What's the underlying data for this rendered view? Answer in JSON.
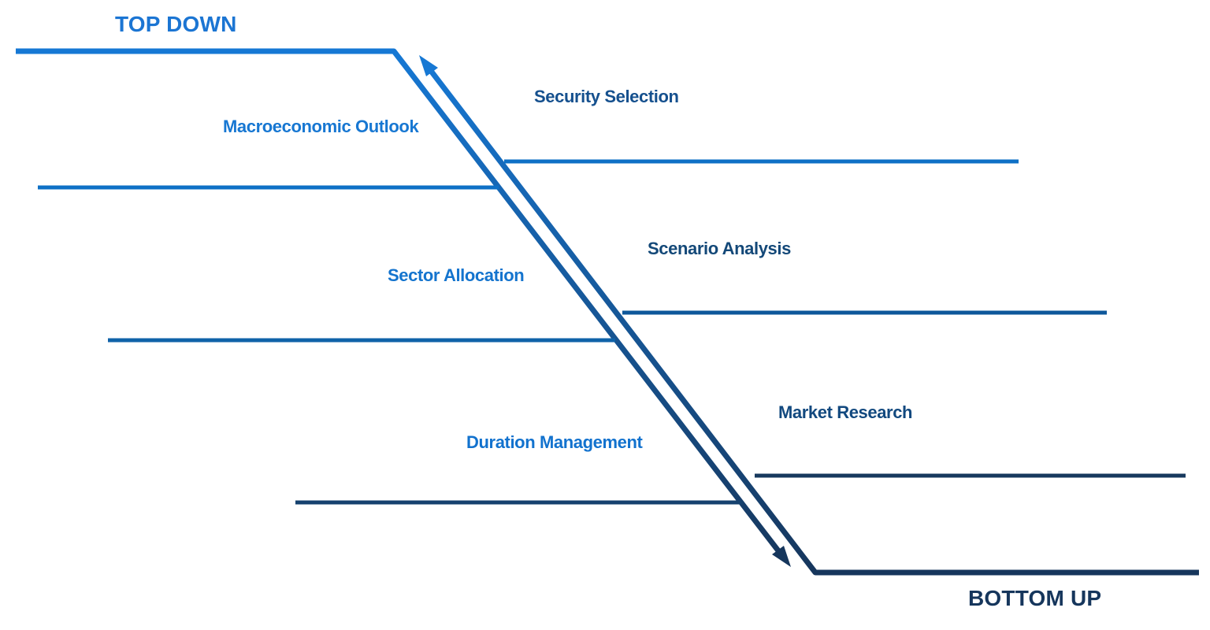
{
  "palette": {
    "bright_blue": "#1678D4",
    "dark_navy": "#16365C"
  },
  "top_down": {
    "title": "TOP DOWN",
    "title_color": "#1B75D3",
    "steps": [
      {
        "label": "Macroeconomic Outlook",
        "label_color": "#1777D2",
        "line_color": "#0E70C6"
      },
      {
        "label": "Sector Allocation",
        "label_color": "#1474CE",
        "line_color": "#0F62A8"
      },
      {
        "label": "Duration Management",
        "label_color": "#1272CE",
        "line_color": "#15416E"
      }
    ]
  },
  "bottom_up": {
    "title": "BOTTOM UP",
    "title_color": "#16365C",
    "steps": [
      {
        "label": "Security Selection",
        "label_color": "#15508E",
        "line_color": "#0E70C6"
      },
      {
        "label": "Scenario Analysis",
        "label_color": "#134878",
        "line_color": "#0E579A"
      },
      {
        "label": "Market Research",
        "label_color": "#12497F",
        "line_color": "#17395E"
      }
    ]
  }
}
